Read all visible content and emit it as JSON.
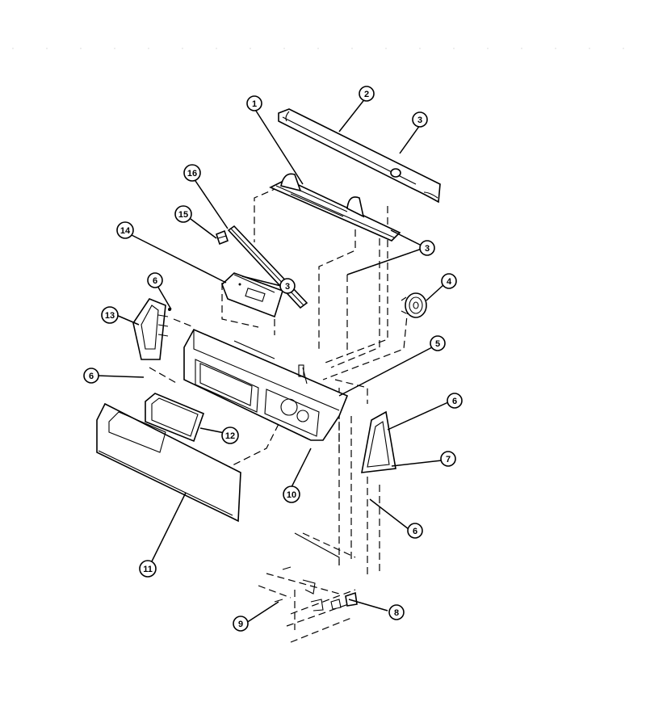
{
  "diagram": {
    "callouts": [
      {
        "id": "c1",
        "label": "1"
      },
      {
        "id": "c2",
        "label": "2"
      },
      {
        "id": "c3a",
        "label": "3"
      },
      {
        "id": "c3b",
        "label": "3"
      },
      {
        "id": "c3c",
        "label": "3"
      },
      {
        "id": "c4",
        "label": "4"
      },
      {
        "id": "c5",
        "label": "5"
      },
      {
        "id": "c6a",
        "label": "6"
      },
      {
        "id": "c6b",
        "label": "6"
      },
      {
        "id": "c6c",
        "label": "6"
      },
      {
        "id": "c6d",
        "label": "6"
      },
      {
        "id": "c7",
        "label": "7"
      },
      {
        "id": "c8",
        "label": "8"
      },
      {
        "id": "c9",
        "label": "9"
      },
      {
        "id": "c10",
        "label": "10"
      },
      {
        "id": "c11",
        "label": "11"
      },
      {
        "id": "c12",
        "label": "12"
      },
      {
        "id": "c13",
        "label": "13"
      },
      {
        "id": "c14",
        "label": "14"
      },
      {
        "id": "c15",
        "label": "15"
      },
      {
        "id": "c16",
        "label": "16"
      }
    ]
  }
}
